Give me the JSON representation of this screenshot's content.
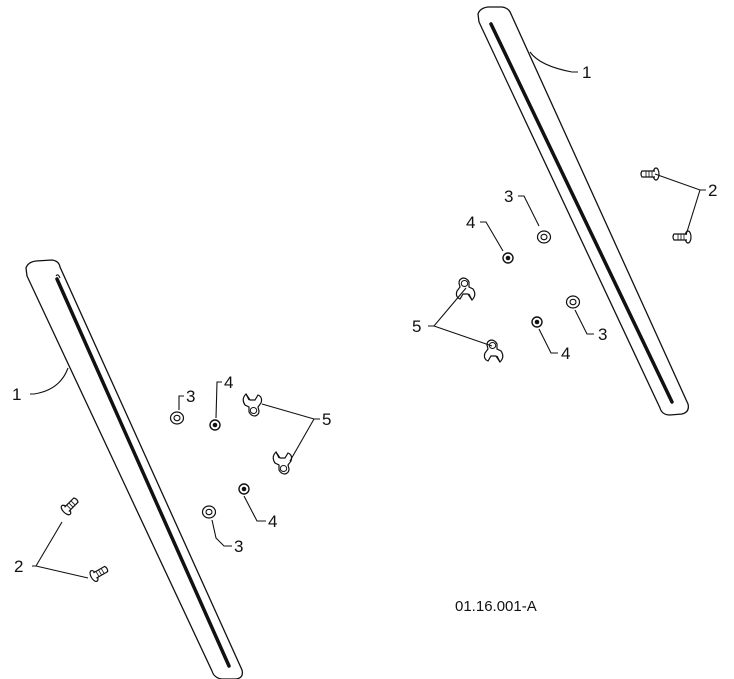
{
  "figure": {
    "reference": "01.16.001-A",
    "callouts": {
      "rail": "1",
      "bolt": "2",
      "washer": "3",
      "nut": "4",
      "wing_nut": "5"
    }
  },
  "colors": {
    "line": "#111111",
    "background": "#ffffff",
    "slot": "#111111"
  }
}
